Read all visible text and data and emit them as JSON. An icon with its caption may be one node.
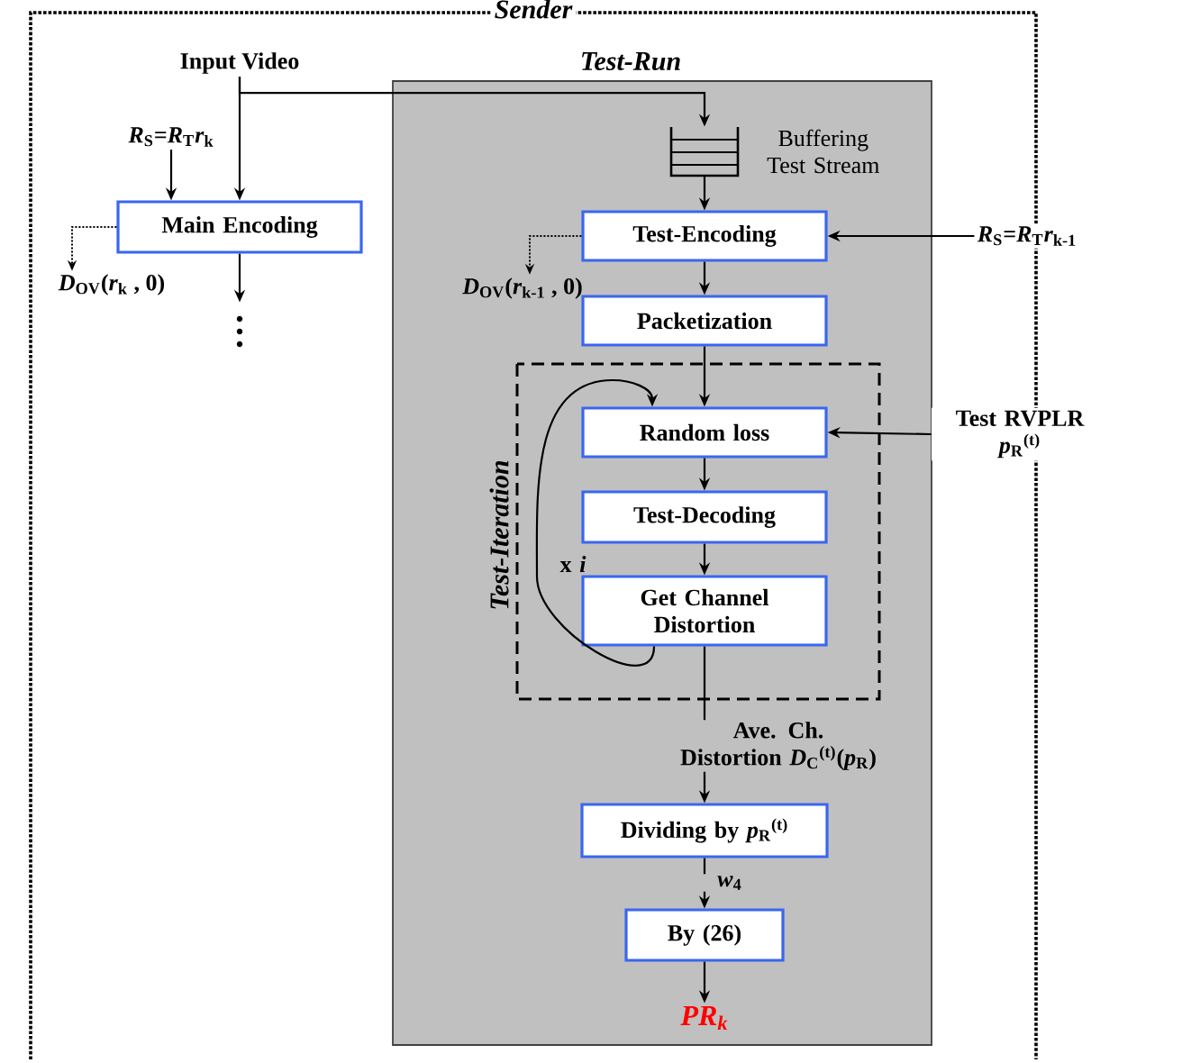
{
  "diagram": {
    "nodes": [
      {
        "text": [
          "Sender"
        ]
      },
      {
        "text": [
          "Test-Run"
        ],
        "in": 0
      },
      {
        "text": [
          "Input Video"
        ],
        "in": 0
      },
      {
        "text": [
          "*R*$_{S}$=*R*$_{T}$*r*$_{k}$"
        ],
        "in": 0
      },
      {
        "text": [
          "Main Encoding"
        ],
        "in": 0
      },
      {
        "text": [
          "*D*$_{OV}$(*r*$_{k}$ , 0)"
        ],
        "in": 0
      },
      {
        "text": [],
        "shape": "box",
        "beside": [
          "Buffering Test Stream"
        ],
        "in": 1
      },
      {
        "text": [
          "Test-Encoding"
        ],
        "in": 1
      },
      {
        "text": [
          "*D*$_{OV}$(*r*$_{k-1}$ , 0)"
        ],
        "in": 1
      },
      {
        "text": [
          "*R*$_{S}$=*R*$_{T}$*r*$_{k-1}$"
        ]
      },
      {
        "text": [
          "Packetization"
        ],
        "in": 1
      },
      {
        "text": [
          "Test-Iteration"
        ],
        "in": 1
      },
      {
        "text": [
          "Random loss"
        ],
        "in": 11
      },
      {
        "text": [
          "Test RVPLR *p*$_{R}$$^{(t)}$"
        ]
      },
      {
        "text": [
          "Test-Decoding"
        ],
        "in": 11
      },
      {
        "text": [
          "Get Channel Distortion"
        ],
        "in": 11
      },
      {
        "text": [
          "Dividing by *p*$_{R}$$^{(t)}$"
        ],
        "in": 1
      },
      {
        "text": [
          "By (26)"
        ],
        "in": 1
      },
      {
        "text": [
          "PR$_{k}$"
        ],
        "in": 1
      }
    ],
    "edges": [
      {
        "from": 2,
        "to": 4,
        "arrow": "to"
      },
      {
        "from": 2,
        "to": 6,
        "arrow": "to"
      },
      {
        "from": 3,
        "to": 4,
        "arrow": "to"
      },
      {
        "from": 4,
        "to": 5,
        "arrow": "to",
        "style": "dashed"
      },
      {
        "from": 4,
        "to": null,
        "arrow": "to"
      },
      {
        "from": 6,
        "to": 7,
        "arrow": "to"
      },
      {
        "from": 9,
        "to": 7,
        "arrow": "to"
      },
      {
        "from": 7,
        "to": 8,
        "arrow": "to",
        "style": "dashed"
      },
      {
        "from": 7,
        "to": 10,
        "arrow": "to"
      },
      {
        "from": 10,
        "to": 12,
        "arrow": "to"
      },
      {
        "from": 13,
        "to": 12,
        "arrow": "to"
      },
      {
        "from": 12,
        "to": 14,
        "arrow": "to"
      },
      {
        "from": 14,
        "to": 15,
        "arrow": "to"
      },
      {
        "from": 15,
        "to": 12,
        "arrow": "to",
        "label": "x *i*"
      },
      {
        "from": 15,
        "to": 16,
        "arrow": "to",
        "label": "Ave. Ch. Distortion *D*$_{C}$$^{(t)}$(*p*$_{R}$)"
      },
      {
        "from": 16,
        "to": 17,
        "arrow": "to",
        "label": "*w*$_{4}$"
      },
      {
        "from": 17,
        "to": 18,
        "arrow": "to"
      }
    ]
  }
}
